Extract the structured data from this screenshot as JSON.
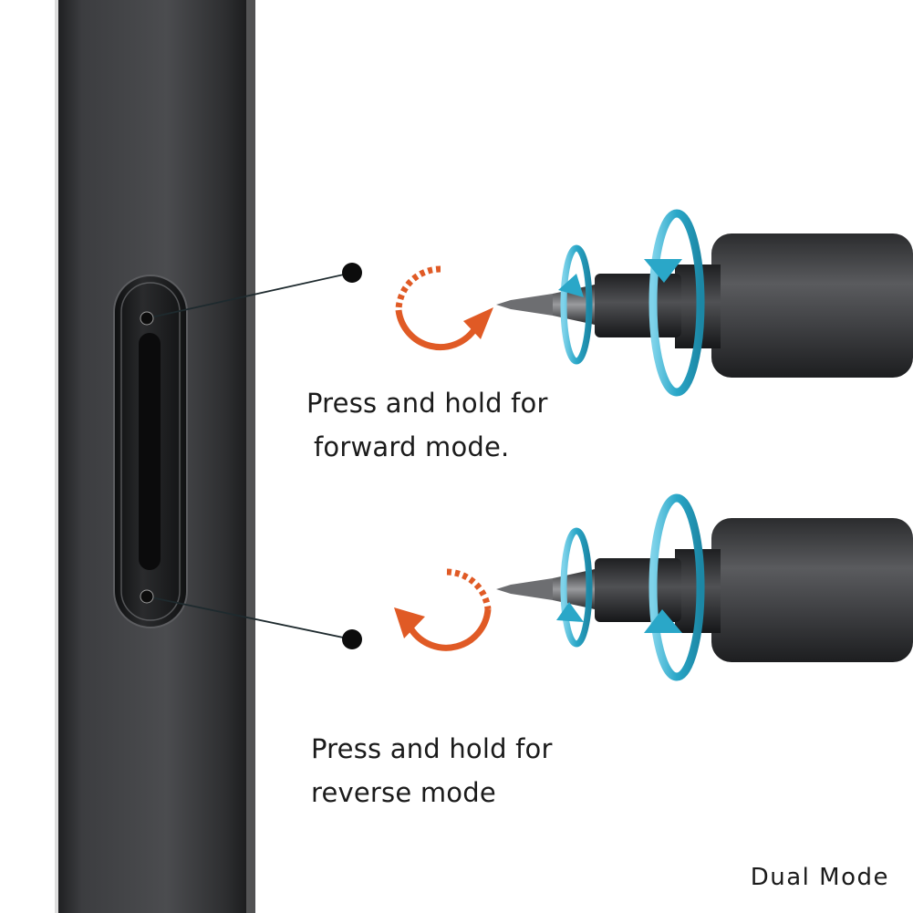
{
  "captions": {
    "forward": {
      "line1": "Press and hold for",
      "line2": "forward mode."
    },
    "reverse": {
      "line1": "Press and hold for",
      "line2": "reverse mode"
    }
  },
  "badge": "Dual Mode",
  "colors": {
    "background": "#ffffff",
    "handle": "#3a3b3d",
    "rotation_arrow": "#e05a25",
    "spin_ring": "#2aa7c8",
    "text": "#1b1b1b"
  },
  "icons": {
    "forward_rotation": "clockwise-arrow-icon",
    "reverse_rotation": "counterclockwise-arrow-icon",
    "spin_ring": "rotation-ring-icon"
  }
}
